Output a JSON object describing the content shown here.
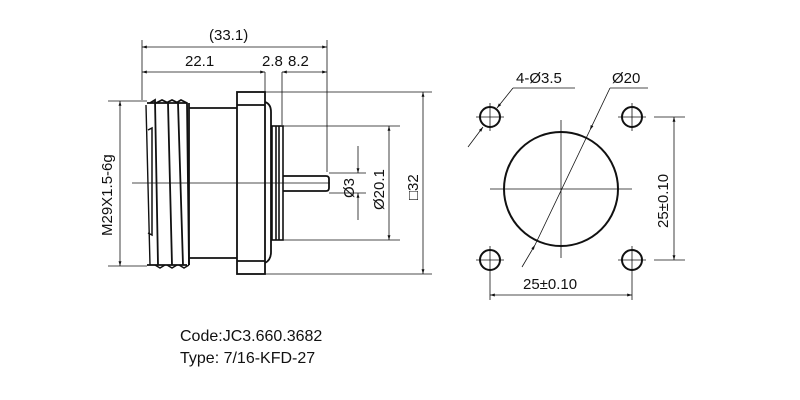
{
  "drawing": {
    "side_view": {
      "overall_length": "(33.1)",
      "body_length": "22.1",
      "flange_thickness": "2.8",
      "pin_length": "8.2",
      "thread_spec": "M29X1.5-6g",
      "pin_diameter": "3",
      "insulator_diameter": "20.1",
      "flange_square": "32"
    },
    "front_view": {
      "mounting_holes": "4-Ø3.5",
      "body_diameter": "20",
      "hole_spacing_horizontal": "25±0.10",
      "hole_spacing_vertical": "25±0.10"
    },
    "symbols": {
      "diameter": "Ø",
      "square": "□"
    }
  },
  "info": {
    "code": "Code:JC3.660.3682",
    "type": "Type: 7/16-KFD-27"
  },
  "colors": {
    "line": "#111111",
    "background": "#ffffff"
  }
}
